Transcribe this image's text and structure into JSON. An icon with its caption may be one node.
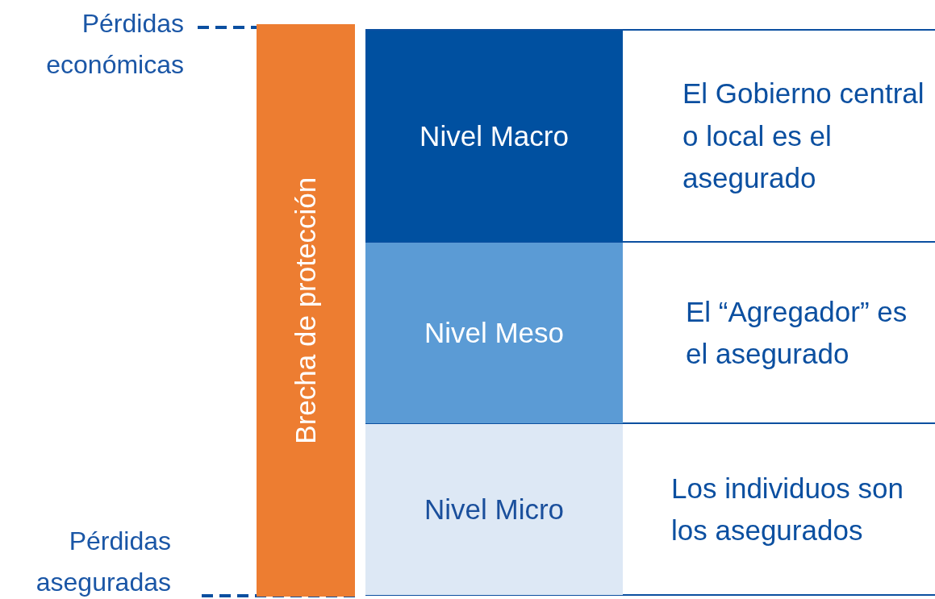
{
  "diagram": {
    "nodes": [
      {
        "text": [
          "Brecha de protección"
        ]
      },
      {
        "text": [
          "Nivel Macro"
        ]
      },
      {
        "text": [
          "El Gobierno central o local es el asegurado"
        ]
      },
      {
        "text": [
          "Nivel Meso"
        ]
      },
      {
        "text": [
          "El “Agregador” es el asegurado"
        ]
      },
      {
        "text": [
          "Nivel Micro"
        ]
      },
      {
        "text": [
          "Los individuos son los asegurados"
        ]
      }
    ],
    "edges": [],
    "labels": [
      "Pérdidas económicas",
      "Pérdidas aseguradas"
    ]
  }
}
